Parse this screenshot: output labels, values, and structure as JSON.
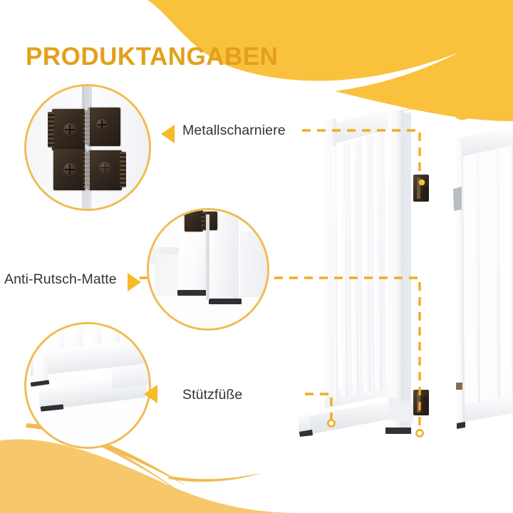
{
  "page": {
    "title": "PRODUKTANGABEN",
    "language": "de",
    "background_color": "#ffffff"
  },
  "theme": {
    "accent_yellow": "#f9c13c",
    "accent_yellow_light": "#f7c86b",
    "title_gold": "#e3a01a",
    "arrow_yellow": "#f5bb28",
    "dash_yellow": "#f0ad1f",
    "circle_border": "#f0bb52",
    "label_text": "#333333",
    "hinge_metal": "#2e241b",
    "pad_black": "#2f3033"
  },
  "callouts": [
    {
      "id": "hinges",
      "label": "Metallscharniere",
      "arrow": "triangle-left",
      "icon": "left-arrow-icon",
      "target": "upper-hinge-on-gate-post",
      "inset_photo": "close-up-of-dark-bronze-metal-hinges-on-white-wooden-posts"
    },
    {
      "id": "anti-slip-mat",
      "label": "Anti-Rutsch-Matte",
      "arrow": "triangle-right",
      "icon": "right-arrow-icon",
      "target": "bottom-of-gate-post-with-rubber-pad",
      "inset_photo": "close-up-of-gate-post-bases-with-black-anti-slip-pads"
    },
    {
      "id": "support-feet",
      "label": "Stützfüße",
      "arrow": "triangle-left",
      "icon": "left-arrow-icon",
      "target": "white-support-foot-at-gate-base",
      "inset_photo": "close-up-of-white-support-foot-under-slatted-gate-panel"
    }
  ],
  "product": {
    "name": "white-wooden-folding-pet-gate",
    "panels": [
      {
        "id": "front-panel",
        "slat_count": 11,
        "orientation": "angled-front-left"
      },
      {
        "id": "rear-panel",
        "slat_count": 5,
        "orientation": "angled-back-right"
      }
    ],
    "hardware": [
      {
        "id": "hinge-upper",
        "type": "metal-hinge"
      },
      {
        "id": "hinge-lower",
        "type": "metal-hinge"
      },
      {
        "id": "foot-front",
        "type": "support-foot"
      },
      {
        "id": "pad-post",
        "type": "anti-slip-mat"
      }
    ]
  },
  "decorations": {
    "top_wave": "yellow-curved-banner-top",
    "bottom_wave": "light-yellow-curved-banner-bottom-left",
    "paw_print": "paw-print-icon",
    "swooshes": 4
  }
}
